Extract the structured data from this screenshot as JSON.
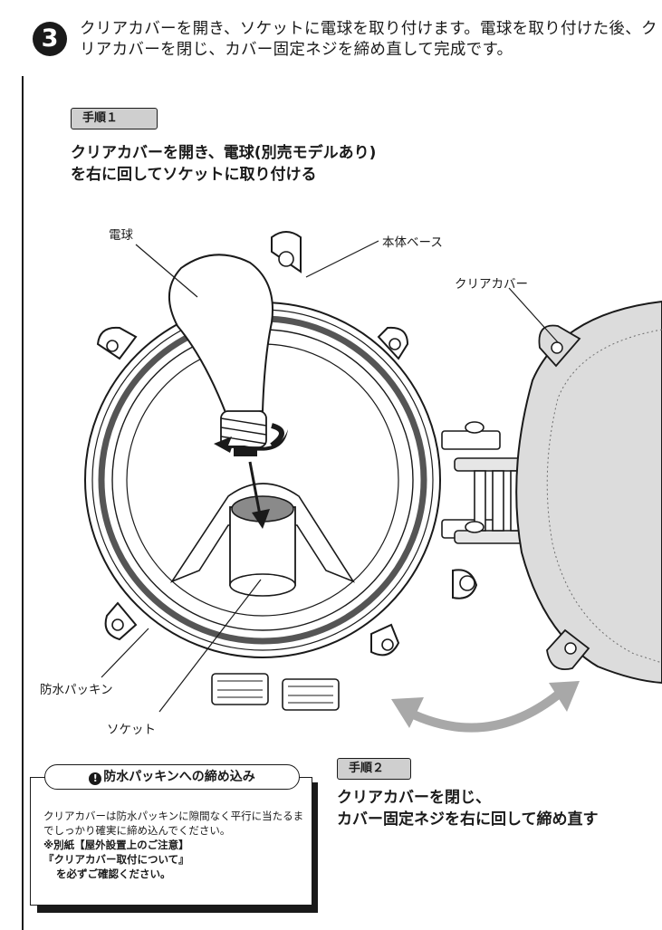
{
  "step": {
    "number": "3",
    "text": "クリアカバーを開き、ソケットに電球を取り付けます。電球を取り付けた後、クリアカバーを閉じ、カバー固定ネジを締め直して完成です。"
  },
  "procedure1": {
    "tag": "手順１",
    "line1": "クリアカバーを開き、電球(別売モデルあり)",
    "line2": "を右に回してソケットに取り付ける"
  },
  "procedure2": {
    "tag": "手順２",
    "line1": "クリアカバーを閉じ、",
    "line2": "カバー固定ネジを右に回して締め直す"
  },
  "labels": {
    "bulb": "電球",
    "base": "本体ベース",
    "cover": "クリアカバー",
    "packing": "防水パッキン",
    "socket": "ソケット"
  },
  "note": {
    "title": "防水パッキンへの締め込み",
    "icon": "exclamation-icon",
    "body": "クリアカバーは防水パッキンに隙間なく平行に当たるまでしっかり確実に締め込んでください。",
    "ref1": "※別紙【屋外設置上のご注意】",
    "ref2": "『クリアカバー取付について』",
    "ref3": "を必ずご確認ください。"
  },
  "colors": {
    "ink": "#1a1a1a",
    "cover_fill": "#dcdcdc",
    "arrow": "#a8a8a8",
    "tag_fill": "#cfcfcf"
  }
}
